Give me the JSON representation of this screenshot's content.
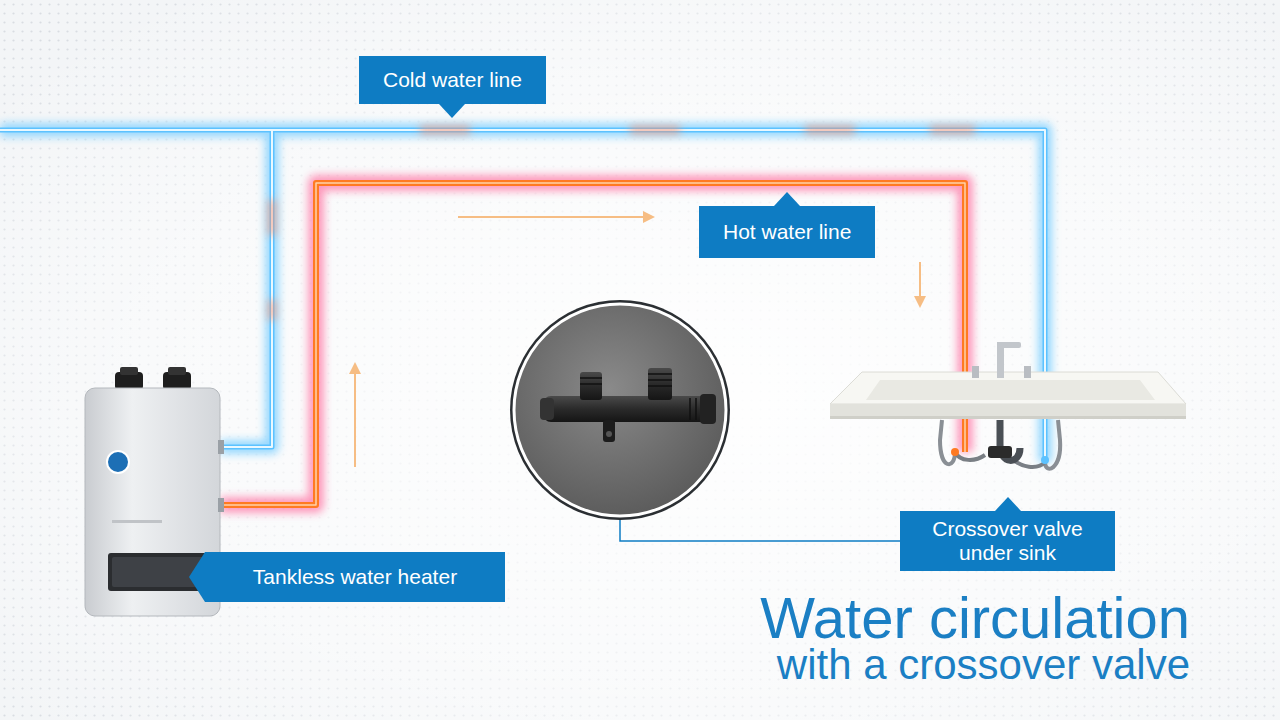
{
  "diagram": {
    "title": "Water circulation",
    "nodes": [
      {
        "text": [
          "Cold water line"
        ]
      },
      {
        "text": [
          "Hot water line"
        ]
      },
      {
        "text": [
          "Crossover valve under sink"
        ]
      },
      {
        "text": [
          "Tankless water heater"
        ]
      }
    ],
    "labels": [
      "with a crossover valve"
    ]
  }
}
